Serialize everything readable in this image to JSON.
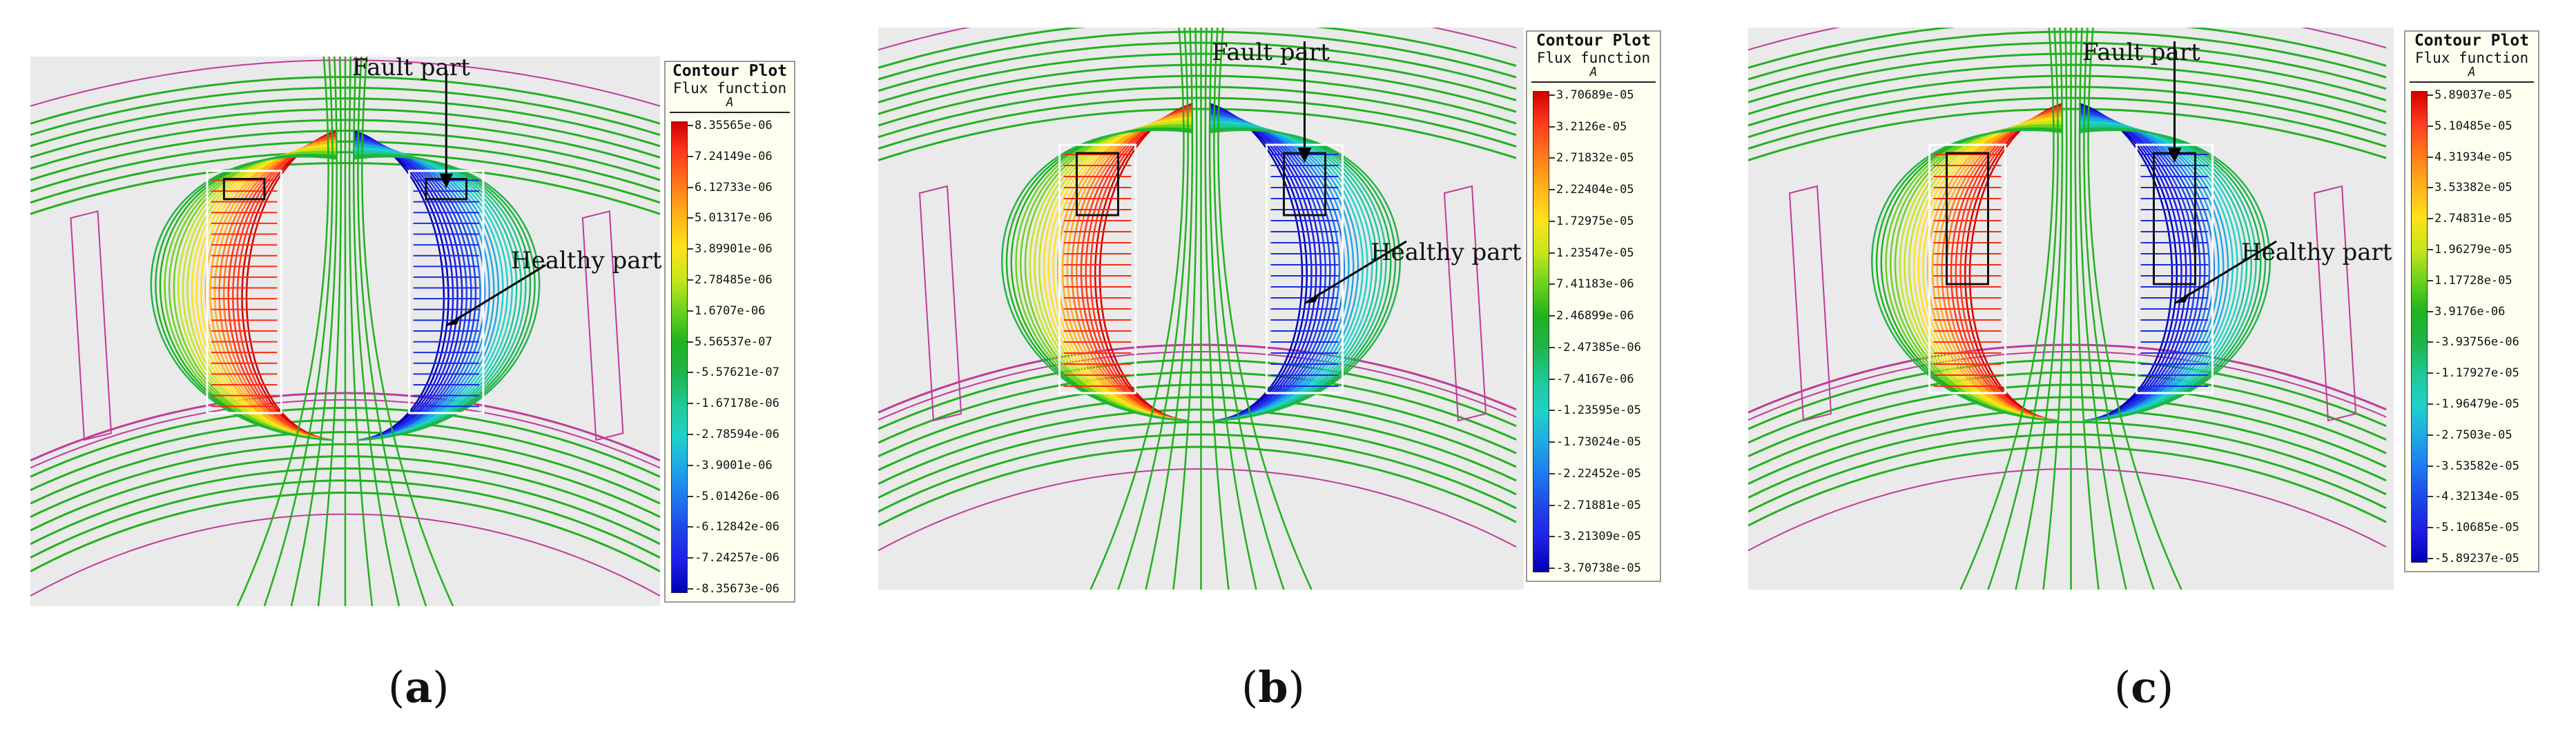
{
  "panels": [
    {
      "id": "a",
      "caption": "a",
      "legend": {
        "title": "Contour Plot",
        "subtitle": "Flux function",
        "symbol": "A",
        "values": [
          "8.35565e-06",
          "7.24149e-06",
          "6.12733e-06",
          "5.01317e-06",
          "3.89901e-06",
          "2.78485e-06",
          "1.6707e-06",
          "5.56537e-07",
          "-5.57621e-07",
          "-1.67178e-06",
          "-2.78594e-06",
          "-3.9001e-06",
          "-5.01426e-06",
          "-6.12842e-06",
          "-7.24257e-06",
          "-8.35673e-06"
        ]
      },
      "labels": {
        "fault": "Fault part",
        "healthy": "Healthy part"
      }
    },
    {
      "id": "b",
      "caption": "b",
      "legend": {
        "title": "Contour Plot",
        "subtitle": "Flux function",
        "symbol": "A",
        "values": [
          "3.70689e-05",
          "3.2126e-05",
          "2.71832e-05",
          "2.22404e-05",
          "1.72975e-05",
          "1.23547e-05",
          "7.41183e-06",
          "2.46899e-06",
          "-2.47385e-06",
          "-7.4167e-06",
          "-1.23595e-05",
          "-1.73024e-05",
          "-2.22452e-05",
          "-2.71881e-05",
          "-3.21309e-05",
          "-3.70738e-05"
        ]
      },
      "labels": {
        "fault": "Fault part",
        "healthy": "Healthy part"
      }
    },
    {
      "id": "c",
      "caption": "c",
      "legend": {
        "title": "Contour Plot",
        "subtitle": "Flux function",
        "symbol": "A",
        "values": [
          "5.89037e-05",
          "5.10485e-05",
          "4.31934e-05",
          "3.53382e-05",
          "2.74831e-05",
          "1.96279e-05",
          "1.17728e-05",
          "3.9176e-06",
          "-3.93756e-06",
          "-1.17927e-05",
          "-1.96479e-05",
          "-2.7503e-05",
          "-3.53582e-05",
          "-4.32134e-05",
          "-5.10685e-05",
          "-5.89237e-05"
        ]
      },
      "labels": {
        "fault": "Fault part",
        "healthy": "Healthy part"
      }
    }
  ],
  "colors": {
    "gradient": [
      "#d40000",
      "#ff3b1f",
      "#ff7a1a",
      "#ffb21a",
      "#ffe21a",
      "#c8e61a",
      "#6ed21e",
      "#1fb41e",
      "#1fb44a",
      "#1fc896",
      "#1fd2c8",
      "#1fa8e6",
      "#1e78f0",
      "#1e46e6",
      "#1e1ee6",
      "#0000b4"
    ],
    "field_line": "#22b01f",
    "magenta": "#c03a9a",
    "plot_bg": "#eaeaea",
    "legend_bg": "#fffff0"
  }
}
